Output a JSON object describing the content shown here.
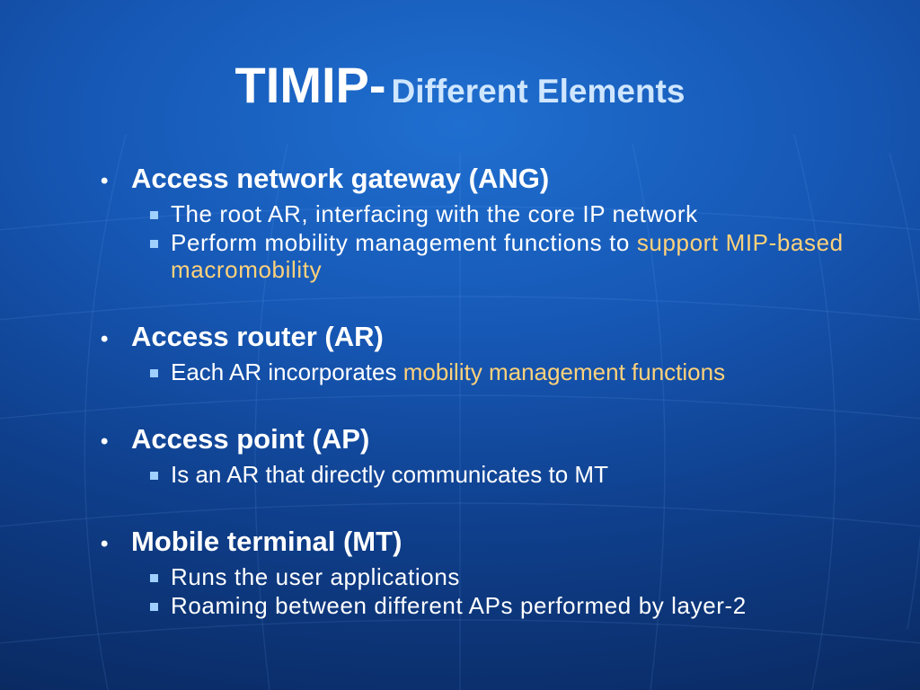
{
  "title": {
    "main": "TIMIP-",
    "sub": "Different Elements"
  },
  "colors": {
    "text": "#ffffff",
    "highlight": "#ffd27a",
    "bullet_square": "#9fd0ff",
    "background": "#1657b4"
  },
  "bullets": [
    {
      "heading": "Access network gateway (ANG)",
      "items": [
        {
          "text": "The root AR, interfacing with the core IP network",
          "highlight": ""
        },
        {
          "text": "Perform mobility management functions to ",
          "highlight": "support MIP-based macromobility"
        }
      ]
    },
    {
      "heading": "Access router (AR)",
      "items": [
        {
          "text": "Each AR incorporates ",
          "highlight": "mobility management functions"
        }
      ]
    },
    {
      "heading": "Access point (AP)",
      "items": [
        {
          "text": "Is an AR that directly communicates to MT",
          "highlight": ""
        }
      ]
    },
    {
      "heading": "Mobile terminal (MT)",
      "items": [
        {
          "text": "Runs the user applications",
          "highlight": ""
        },
        {
          "text": "Roaming between different APs performed by layer-2",
          "highlight": ""
        }
      ]
    }
  ]
}
